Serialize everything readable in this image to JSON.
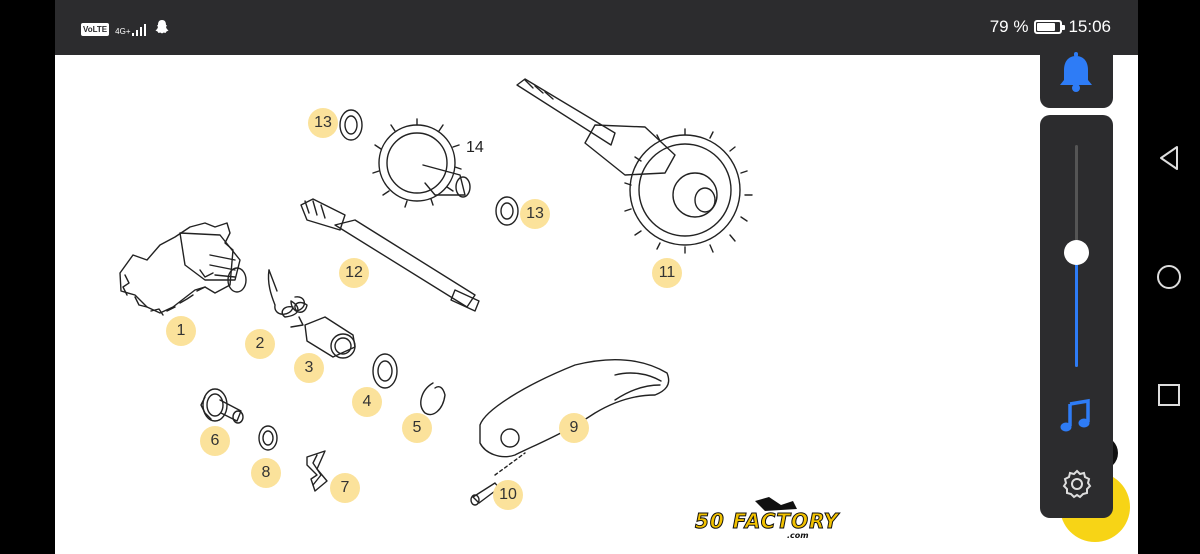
{
  "status_bar": {
    "volte": "VoLTE",
    "network": "4G+",
    "battery_percent_text": "79 %",
    "battery_level": 0.79,
    "time": "15:06"
  },
  "diagram": {
    "callouts": [
      "1",
      "2",
      "3",
      "4",
      "5",
      "6",
      "7",
      "8",
      "9",
      "10",
      "11",
      "12",
      "13",
      "13"
    ],
    "plain_label": "14"
  },
  "logo": {
    "main": "50 FACTORY",
    "sub": ".com"
  },
  "volume_panel": {
    "level": 0.52,
    "icons": [
      "bell-icon",
      "music-note-icon",
      "settings-gear-icon"
    ],
    "accent": "#2e7cf6"
  },
  "nav": [
    "back-triangle-icon",
    "home-circle-icon",
    "recents-square-icon"
  ]
}
